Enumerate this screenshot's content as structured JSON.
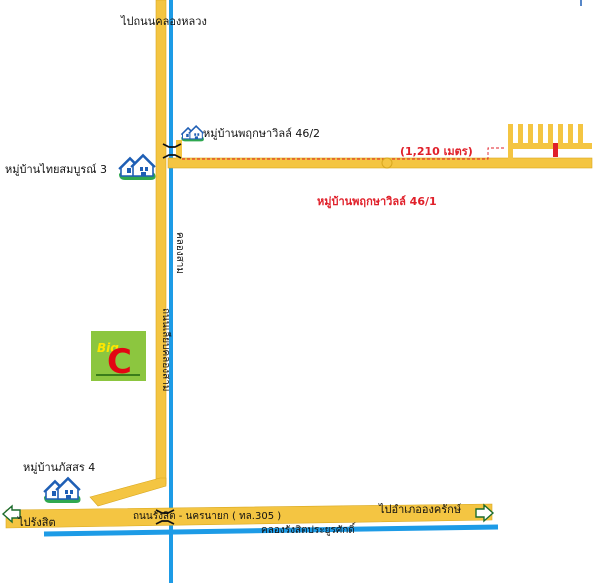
{
  "colors": {
    "road": "#f4c542",
    "road_edge": "#d9a81e",
    "canal": "#1d9be6",
    "red": "#e0202a",
    "house_green": "#2fa84f",
    "house_blue": "#1f5fb5",
    "bigc_green": "#8cc63f",
    "bigc_red": "#e30613",
    "bigc_yellow": "#ffe600"
  },
  "labels": {
    "to_khlong_luang": "ไปถนนคลองหลวง",
    "village_46_2": "หมู่บ้านพฤกษาวิลล์ 46/2",
    "distance": "(1,210 เมตร)",
    "village_46_1": "หมู่บ้านพฤกษาวิลล์ 46/1",
    "village_thai_somboon": "หมู่บ้านไทยสมบูรณ์ 3",
    "canal_sam": "คลองสาม",
    "road_khlong_sam": "ถนนเลียบคลองสาม",
    "village_phatsorn": "หมู่บ้านภัสสร 4",
    "to_rangsit": "ไปรังสิต",
    "road_rangsit_nakhon_nayok": "ถนนรังสิต - นครนายก ( ทล.305 )",
    "to_ongkharak": "ไปอำเภอองครักษ์",
    "canal_rangsit": "คลองรังสิตประยูรศักดิ์"
  },
  "icons": {
    "village_icon": "house-icon",
    "bridge_icon": "bridge-icon",
    "arrow_icon": "arrow-icon",
    "bigc_logo": "bigc-logo"
  },
  "bigc": {
    "text_big": "Big",
    "text_c": "C"
  }
}
